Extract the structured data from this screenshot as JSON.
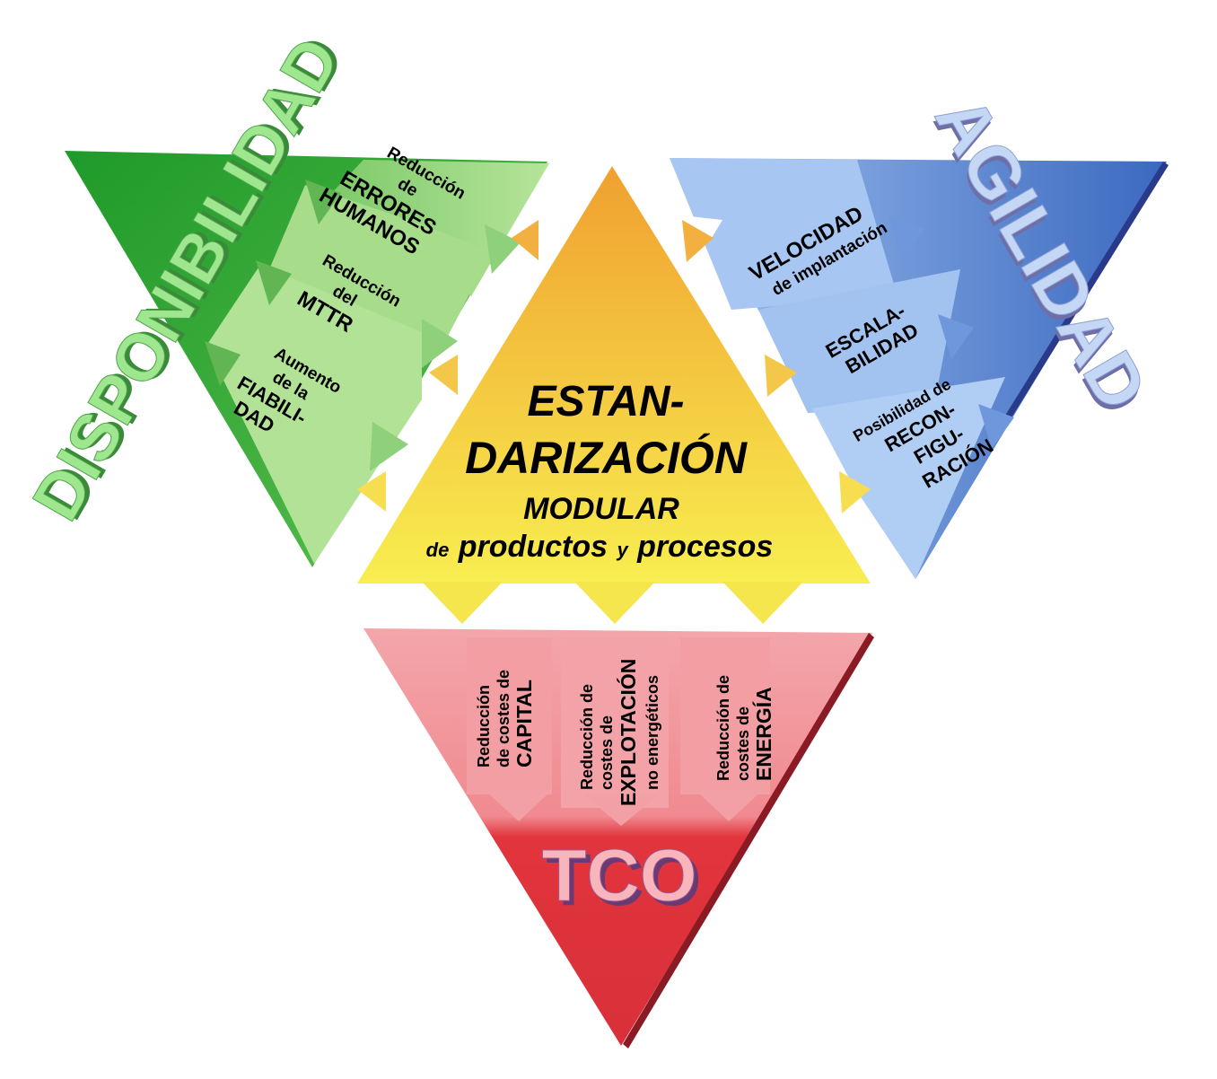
{
  "center": {
    "line1": "ESTAN-",
    "line2": "DARIZACIÓN",
    "line3": "MODULAR",
    "line4_prefix": "de",
    "line4_word1": "productos",
    "line4_join": "y",
    "line4_word2": "procesos"
  },
  "disponibilidad": {
    "title": "DISPONIBILIDAD",
    "items": [
      {
        "lines": [
          "Reducción",
          "de",
          "ERRORES",
          "HUMANOS"
        ]
      },
      {
        "lines": [
          "Reducción",
          "del",
          "MTTR"
        ]
      },
      {
        "lines": [
          "Aumento",
          "de la",
          "FIABILI-",
          "DAD"
        ]
      }
    ]
  },
  "agilidad": {
    "title": "AGILIDAD",
    "items": [
      {
        "lines": [
          "VELOCIDAD",
          "de implantación"
        ]
      },
      {
        "lines": [
          "ESCALA-",
          "BILIDAD"
        ]
      },
      {
        "lines": [
          "Posibilidad de",
          "RECON-",
          "FIGU-",
          "RACIÓN"
        ]
      }
    ]
  },
  "tco": {
    "title": "TCO",
    "items": [
      {
        "lines": [
          "Reducción",
          "de costes de",
          "CAPITAL"
        ]
      },
      {
        "lines": [
          "Reducción de",
          "costes de",
          "EXPLOTACIÓN",
          "no energéticos"
        ]
      },
      {
        "lines": [
          "Reducción de",
          "costes de",
          "ENERGÍA"
        ]
      }
    ]
  },
  "colors": {
    "center_top": "#f0a030",
    "center_bottom": "#f8ee50",
    "green_dark": "#1f9a2a",
    "green_light": "#a8e08e",
    "blue_dark": "#3f6fc4",
    "blue_light": "#a9c8f2",
    "red_dark": "#e0323a",
    "red_light": "#f4a0a4"
  }
}
